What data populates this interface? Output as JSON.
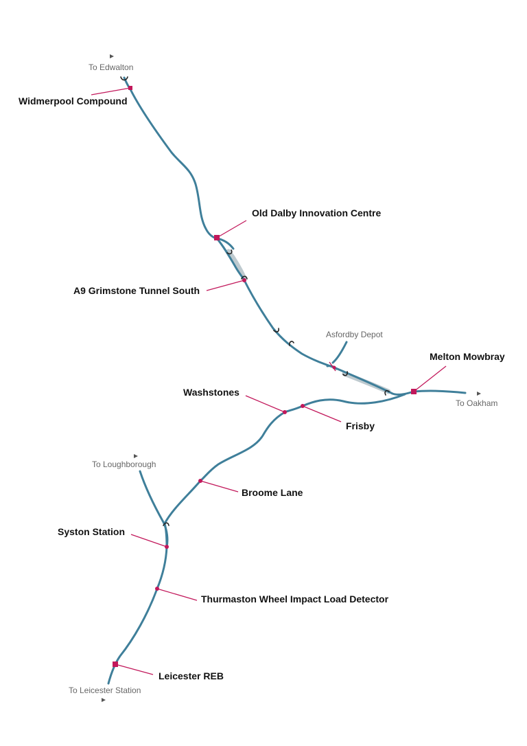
{
  "colors": {
    "track": "#3f7f9a",
    "marker": "#c2185b",
    "tunnel": "#b7c4ca",
    "label": "#111111",
    "destination": "#666666"
  },
  "locations": {
    "widmerpool": "Widmerpool Compound",
    "old_dalby": "Old Dalby Innovation Centre",
    "grimstone": "A9 Grimstone Tunnel South",
    "melton": "Melton Mowbray",
    "washstones": "Washstones",
    "frisby": "Frisby",
    "broome": "Broome Lane",
    "syston": "Syston Station",
    "thurmaston": "Thurmaston Wheel Impact Load Detector",
    "leicester_reb": "Leicester REB"
  },
  "destinations": {
    "edwalton": "To Edwalton",
    "asfordby": "Asfordby Depot",
    "oakham": "To Oakham",
    "loughborough": "To Loughborough",
    "leicester_station": "To Leicester Station"
  }
}
